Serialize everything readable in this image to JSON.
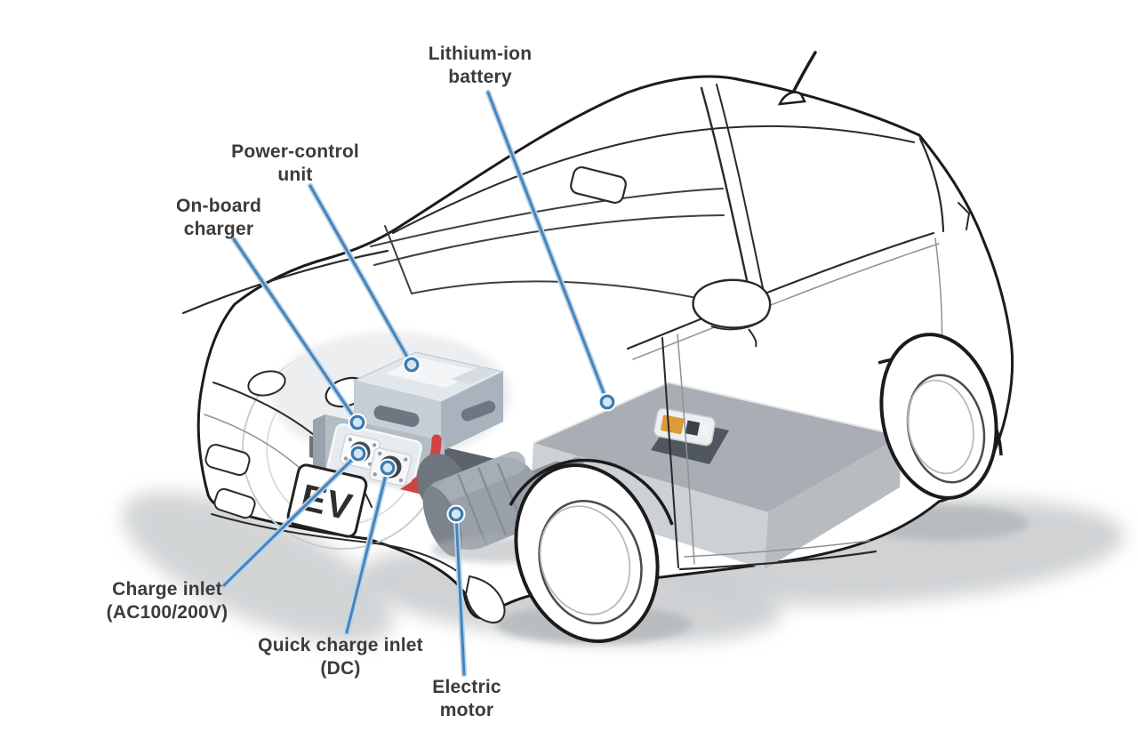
{
  "diagram": {
    "plate": {
      "text": "EV"
    },
    "labels": [
      {
        "id": "lithium-ion-battery",
        "lines": [
          "Lithium-ion",
          "battery"
        ]
      },
      {
        "id": "power-control-unit",
        "lines": [
          "Power-control",
          "unit"
        ]
      },
      {
        "id": "on-board-charger",
        "lines": [
          "On-board",
          "charger"
        ]
      },
      {
        "id": "charge-inlet-ac",
        "lines": [
          "Charge inlet",
          "(AC100/200V)"
        ]
      },
      {
        "id": "quick-charge-inlet",
        "lines": [
          "Quick charge inlet",
          "(DC)"
        ]
      },
      {
        "id": "electric-motor",
        "lines": [
          "Electric",
          "motor"
        ]
      }
    ],
    "colors": {
      "leader_line": "#4484bb",
      "leader_halo": "#bad3e8",
      "label_text": "#3b3b3b",
      "battery_gray": "#a9aeb4",
      "arrow_red": "#ce4343",
      "connector_orange": "#dd9a36",
      "outline_black": "#1b1b1b"
    }
  }
}
